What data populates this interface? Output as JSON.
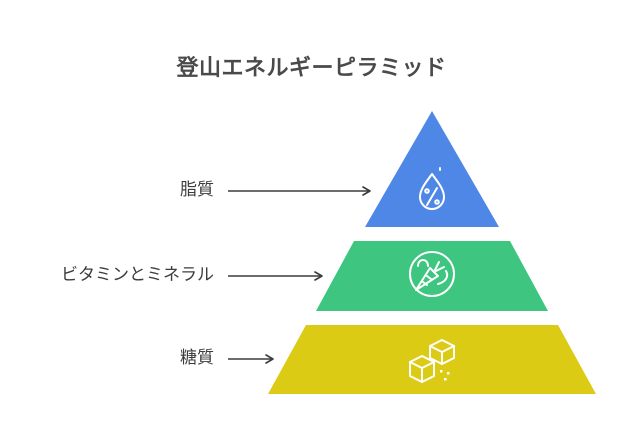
{
  "title": "登山エネルギーピラミッド",
  "colors": {
    "top": "#4f87e6",
    "middle": "#3ec680",
    "bottom": "#dccb15",
    "icon_stroke": "#ffffff",
    "arrow": "#3c3c3c",
    "title_text": "#4a4a4a"
  },
  "layers": [
    {
      "label": "脂質",
      "icon": "water-drop-percent-icon"
    },
    {
      "label": "ビタミンとミネラル",
      "icon": "carrot-vegetables-icon"
    },
    {
      "label": "糖質",
      "icon": "sugar-cubes-icon"
    }
  ]
}
